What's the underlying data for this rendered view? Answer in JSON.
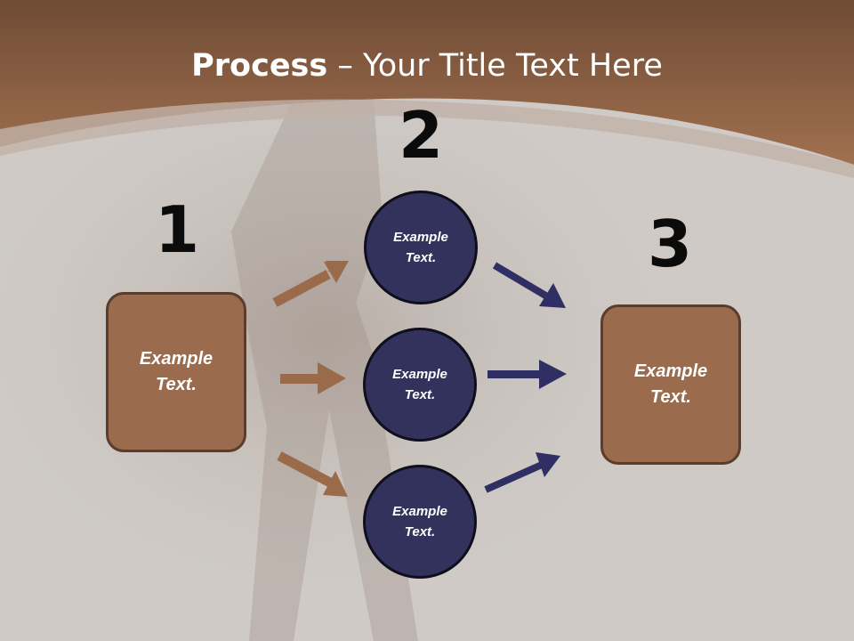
{
  "title": {
    "bold": "Process",
    "rest": " – Your Title Text Here"
  },
  "steps": [
    {
      "number": "1",
      "text": "Example Text."
    },
    {
      "number": "2",
      "circles": [
        "Example Text.",
        "Example Text.",
        "Example Text."
      ]
    },
    {
      "number": "3",
      "text": "Example Text."
    }
  ],
  "colors": {
    "header": "#8f6043",
    "box_fill": "#9b6b4d",
    "box_border": "#5a3d2c",
    "circle_fill": "#33325d",
    "brown_arrow": "#9a6a4b",
    "navy_arrow": "#2f2f63"
  }
}
